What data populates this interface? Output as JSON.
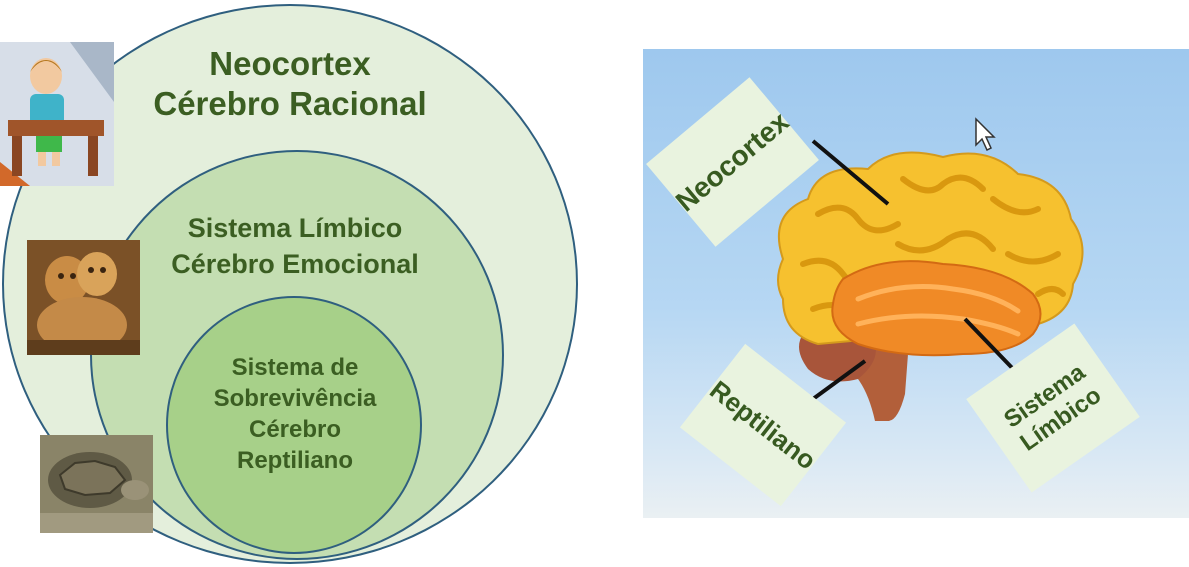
{
  "circles": {
    "outer": {
      "line1": "Neocortex",
      "line2": "Cérebro Racional"
    },
    "middle": {
      "line1": "Sistema Límbico",
      "line2": "Cérebro Emocional"
    },
    "inner": {
      "line1": "Sistema de",
      "line2": "Sobrevivência",
      "line3": "Cérebro",
      "line4": "Reptiliano"
    }
  },
  "brain_labels": {
    "neocortex": "Neocortex",
    "reptiliano": "Reptiliano",
    "limbico_line1": "Sistema",
    "limbico_line2": "Límbico"
  },
  "colors": {
    "outer_circle": "#e4efdc",
    "middle_circle": "#c4deb2",
    "inner_circle": "#a7d089",
    "label_text": "#3b5e22",
    "neocortex": "#f6c12f",
    "limbic": "#f08a26",
    "brainstem": "#b25f3a"
  },
  "icons": [
    "child-at-desk-photo",
    "lions-photo",
    "tortoise-photo",
    "mouse-cursor-icon"
  ]
}
